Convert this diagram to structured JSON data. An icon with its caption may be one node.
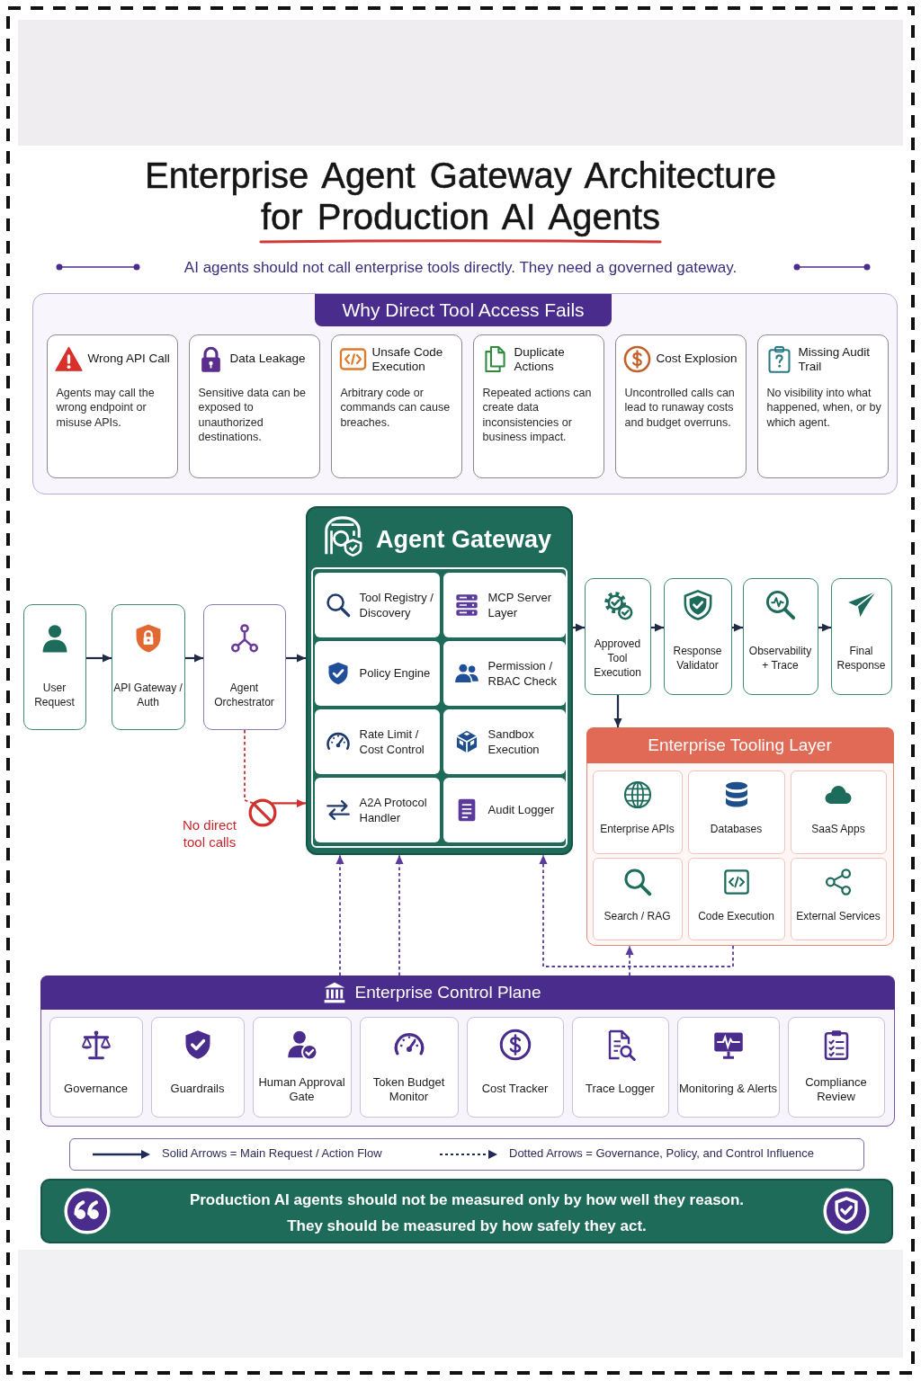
{
  "diagram": {
    "title": "Enterprise Agent Gateway Architecture for Production AI Agents",
    "nodes": [
      {
        "text": [
          "Why Direct Tool Access Fails"
        ]
      },
      {
        "text": [
          "Wrong API Call",
          "Agents may call the wrong endpoint or misuse APIs."
        ],
        "in": 0
      },
      {
        "text": [
          "Data Leakage",
          "Sensitive data can be exposed to unauthorized destinations."
        ],
        "in": 0
      },
      {
        "text": [
          "Unsafe Code Execution",
          "Arbitrary code or commands can cause breaches."
        ],
        "in": 0
      },
      {
        "text": [
          "Duplicate Actions",
          "Repeated actions can create data inconsistencies or business impact."
        ],
        "in": 0
      },
      {
        "text": [
          "Cost Explosion",
          "Uncontrolled calls can lead to runaway costs and budget overruns."
        ],
        "in": 0
      },
      {
        "text": [
          "Missing Audit Trail",
          "No visibility into what happened, when, or by which agent."
        ],
        "in": 0
      },
      {
        "text": [
          "User Request"
        ]
      },
      {
        "text": [
          "API Gateway / Auth"
        ]
      },
      {
        "text": [
          "Agent Orchestrator"
        ]
      },
      {
        "text": [
          "Agent Gateway"
        ]
      },
      {
        "text": [
          "Tool Registry / Discovery"
        ],
        "in": 10
      },
      {
        "text": [
          "MCP Server Layer"
        ],
        "in": 10
      },
      {
        "text": [
          "Policy Engine"
        ],
        "in": 10
      },
      {
        "text": [
          "Permission / RBAC Check"
        ],
        "in": 10
      },
      {
        "text": [
          "Rate Limit / Cost Control"
        ],
        "in": 10
      },
      {
        "text": [
          "Sandbox Execution"
        ],
        "in": 10
      },
      {
        "text": [
          "A2A Protocol Handler"
        ],
        "in": 10
      },
      {
        "text": [
          "Audit Logger"
        ],
        "in": 10
      },
      {
        "text": [
          "Approved Tool Execution"
        ]
      },
      {
        "text": [
          "Response Validator"
        ]
      },
      {
        "text": [
          "Observability + Trace"
        ]
      },
      {
        "text": [
          "Final Response"
        ]
      },
      {
        "text": [
          "Enterprise Tooling Layer"
        ]
      },
      {
        "text": [
          "Enterprise APIs"
        ],
        "in": 23
      },
      {
        "text": [
          "Databases"
        ],
        "in": 23
      },
      {
        "text": [
          "SaaS Apps"
        ],
        "in": 23
      },
      {
        "text": [
          "Search / RAG"
        ],
        "in": 23
      },
      {
        "text": [
          "Code Execution"
        ],
        "in": 23
      },
      {
        "text": [
          "External Services"
        ],
        "in": 23
      },
      {
        "text": [],
        "shape": "circle",
        "beside": [
          "No direct tool calls"
        ]
      },
      {
        "text": [
          "Enterprise Control Plane"
        ]
      },
      {
        "text": [
          "Governance"
        ],
        "in": 31
      },
      {
        "text": [
          "Guardrails"
        ],
        "in": 31
      },
      {
        "text": [
          "Human Approval Gate"
        ],
        "in": 31
      },
      {
        "text": [
          "Token Budget Monitor"
        ],
        "in": 31
      },
      {
        "text": [
          "Cost Tracker"
        ],
        "in": 31
      },
      {
        "text": [
          "Trace Logger"
        ],
        "in": 31
      },
      {
        "text": [
          "Monitoring & Alerts"
        ],
        "in": 31
      },
      {
        "text": [
          "Compliance Review"
        ],
        "in": 31
      },
      {
        "text": [
          "Production AI agents should not be measured only by how well they reason.",
          "They should be measured by how safely they act."
        ]
      }
    ],
    "edges": [
      {
        "from": 7,
        "to": 8,
        "arrow": "to"
      },
      {
        "from": 8,
        "to": 9,
        "arrow": "to"
      },
      {
        "from": 9,
        "to": 10,
        "arrow": "to"
      },
      {
        "from": 10,
        "to": 19,
        "arrow": "to"
      },
      {
        "from": 19,
        "to": 20,
        "arrow": "to"
      },
      {
        "from": 20,
        "to": 21,
        "arrow": "to"
      },
      {
        "from": 21,
        "to": 22,
        "arrow": "to"
      },
      {
        "from": 19,
        "to": 23,
        "arrow": "to"
      },
      {
        "from": 9,
        "to": 30,
        "arrow": "none",
        "style": "dashed",
        "color": "#d0312d"
      },
      {
        "from": 30,
        "to": 10,
        "arrow": "to",
        "color": "#d0312d"
      },
      {
        "from": 31,
        "to": 10,
        "arrow": "to",
        "style": "dashed",
        "color": "#5b3a9e"
      },
      {
        "from": 31,
        "to": 10,
        "arrow": "to",
        "style": "dashed",
        "color": "#5b3a9e"
      },
      {
        "from": 31,
        "to": 23,
        "arrow": "to",
        "style": "dashed",
        "color": "#5b3a9e"
      },
      {
        "from": 23,
        "to": 10,
        "arrow": "to",
        "style": "dashed",
        "color": "#5b3a9e"
      }
    ],
    "labels": [
      "AI agents should not call enterprise tools directly. They need a governed gateway."
    ],
    "legend": [
      {
        "text": "Solid Arrows = Main Request / Action Flow"
      },
      {
        "text": "Dotted Arrows = Governance, Policy, and Control Influence"
      }
    ]
  }
}
